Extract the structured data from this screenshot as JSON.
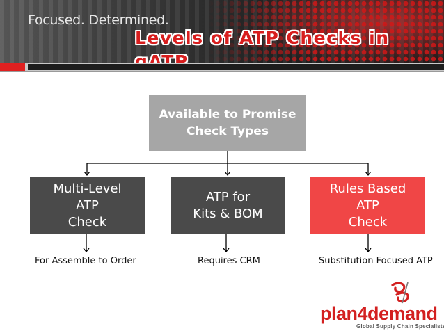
{
  "header": {
    "tagline": "Focused. Determined.",
    "title": "Levels of ATP Checks in gATP"
  },
  "diagram": {
    "root": {
      "label": "Available to Promise\nCheck Types"
    },
    "children": [
      {
        "label": "Multi-Level\nATP\nCheck",
        "note": "For Assemble to Order",
        "color": "#4a4a4a"
      },
      {
        "label": "ATP for\nKits & BOM",
        "note": "Requires CRM",
        "color": "#4a4a4a"
      },
      {
        "label": "Rules Based\nATP\nCheck",
        "note": "Substitution Focused ATP",
        "color": "#f04646"
      }
    ]
  },
  "logo": {
    "name": "plan4demand",
    "tagline": "Global Supply Chain Specialists",
    "color": "#d32020"
  },
  "colors": {
    "accent_red": "#e02020",
    "root_box": "#a6a6a6",
    "dark_box": "#4a4a4a"
  }
}
